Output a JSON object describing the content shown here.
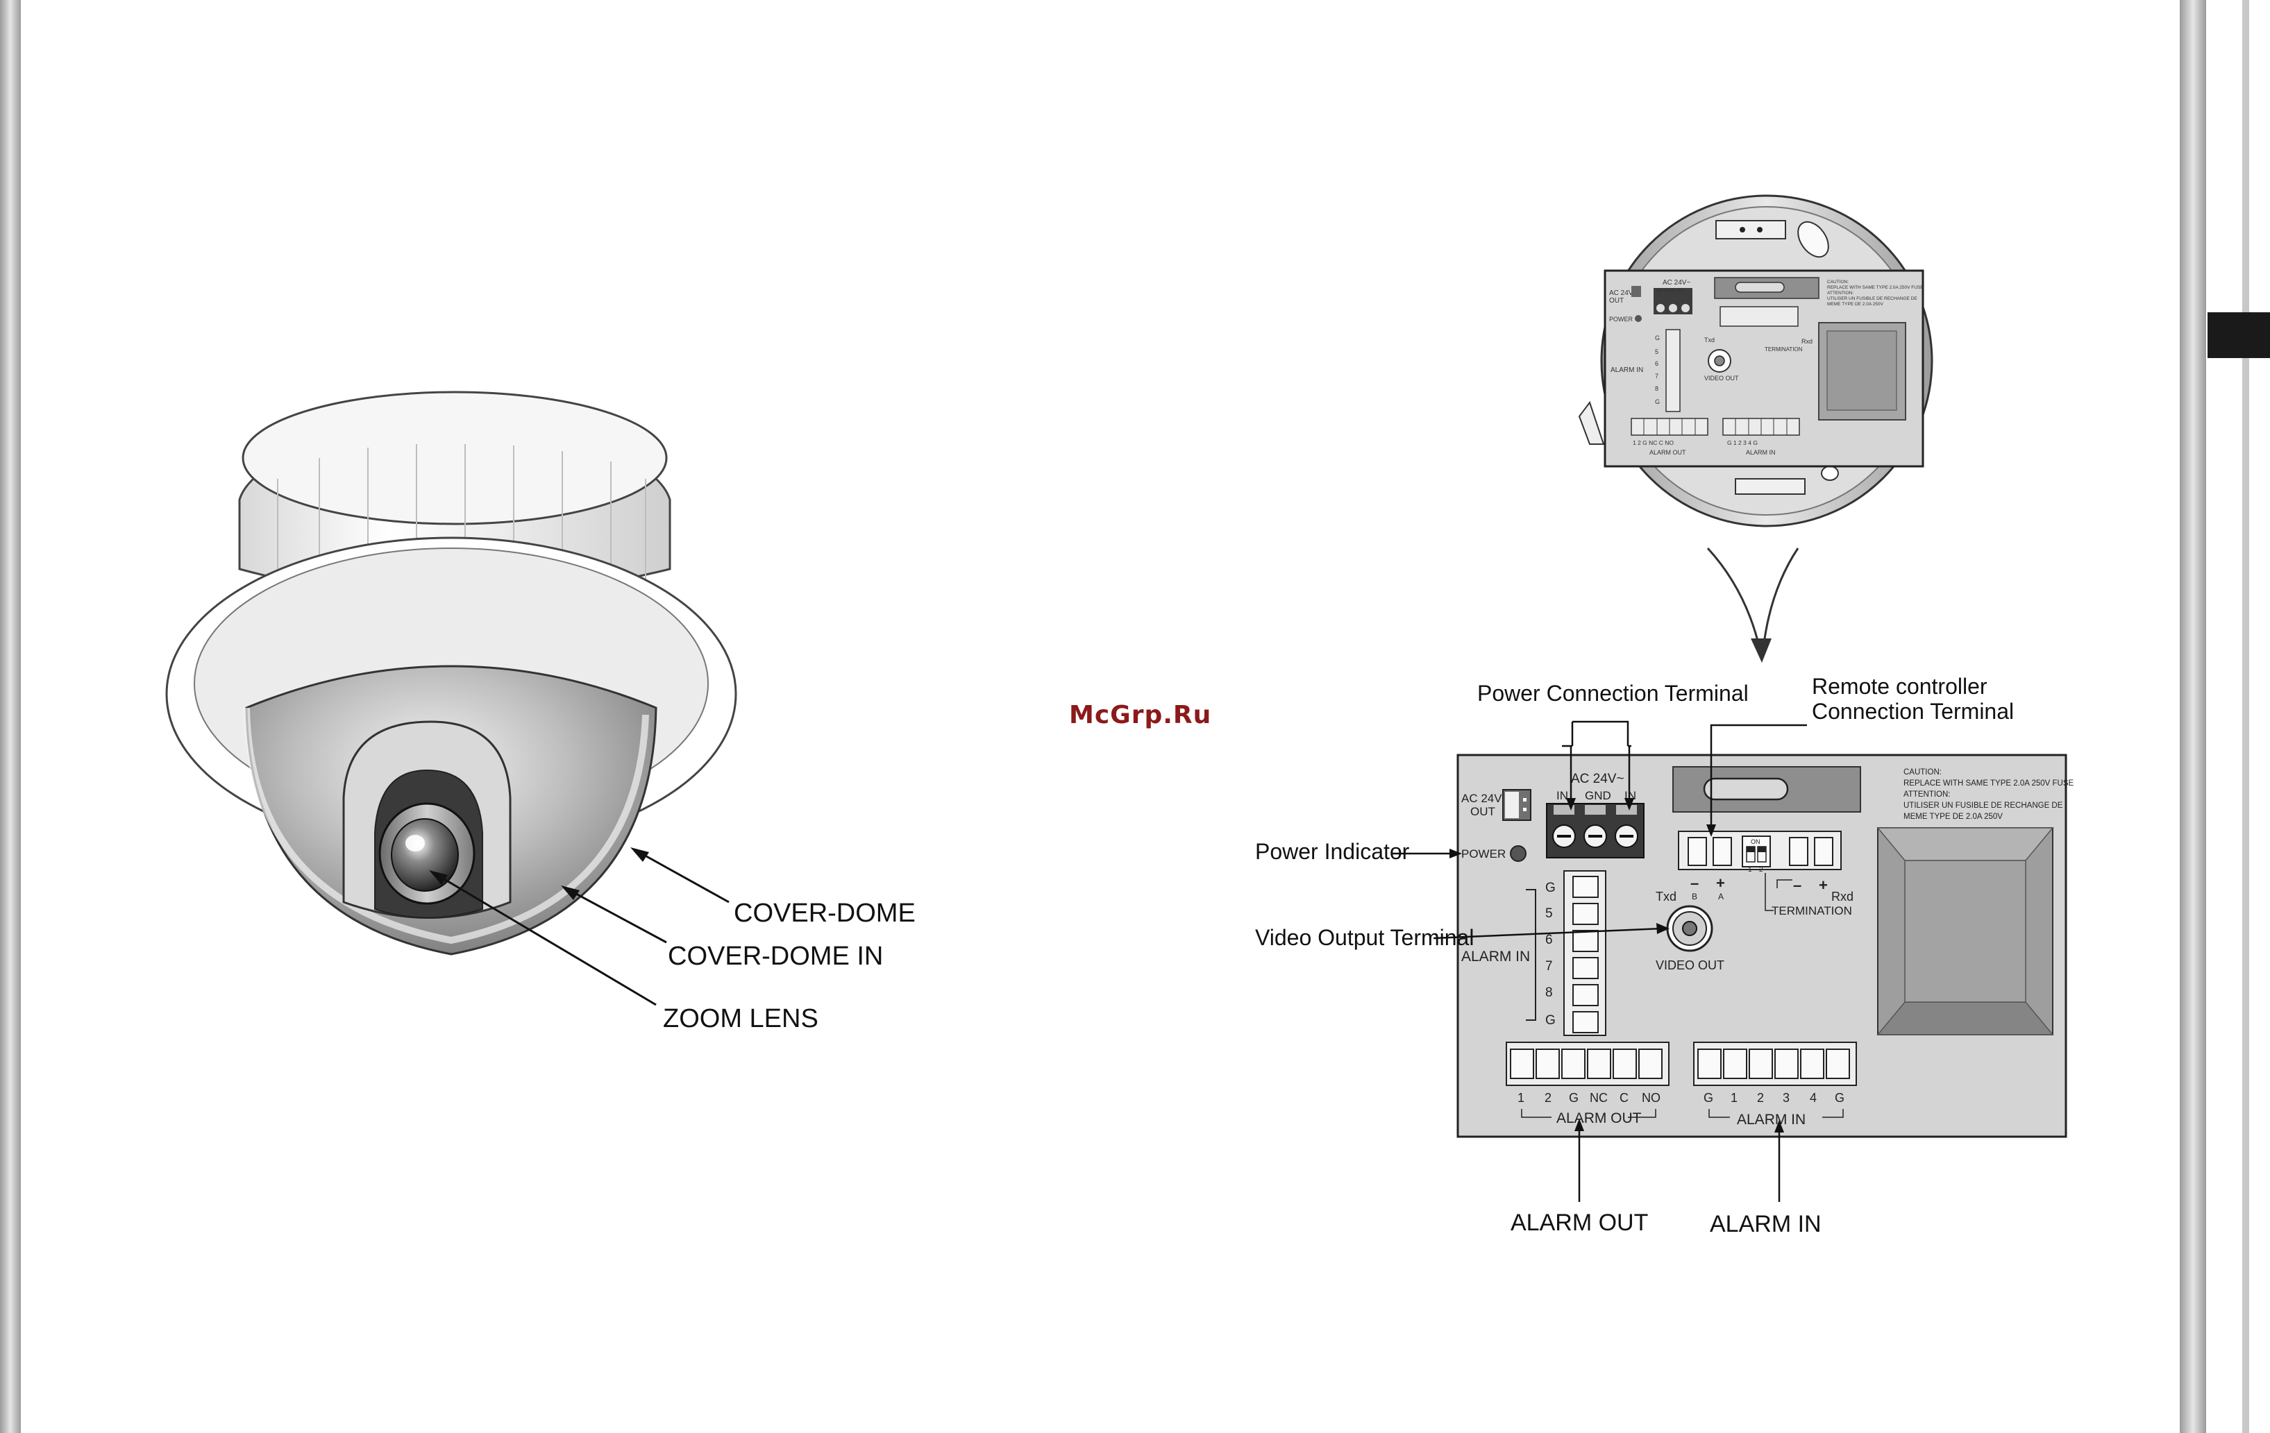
{
  "watermark": "McGrp.Ru",
  "dome_labels": {
    "cover_dome": "COVER-DOME",
    "cover_dome_in": "COVER-DOME IN",
    "zoom_lens": "ZOOM LENS"
  },
  "callouts": {
    "power_connection": "Power Connection Terminal",
    "remote_line1": "Remote controller",
    "remote_line2": "Connection Terminal",
    "power_indicator": "Power Indicator",
    "video_output": "Video Output Terminal",
    "alarm_out": "ALARM OUT",
    "alarm_in": "ALARM IN"
  },
  "board": {
    "ac_out_line1": "AC 24V",
    "ac_out_line2": "OUT",
    "ac_in_title": "AC 24V~",
    "ac_in_pins": [
      "IN",
      "GND",
      "IN"
    ],
    "power": "POWER",
    "alarm_in_side": "ALARM IN",
    "alarm_in_side_pins": [
      "G",
      "5",
      "6",
      "7",
      "8",
      "G"
    ],
    "txd": "Txd",
    "rxd": "Rxd",
    "minus": "–",
    "plus": "+",
    "b": "B",
    "a": "A",
    "on": "ON",
    "dip1": "1",
    "dip2": "2",
    "termination": "TERMINATION",
    "video_out": "VIDEO OUT",
    "caution": [
      "CAUTION:",
      "REPLACE WITH SAME TYPE 2.0A 250V FUSE",
      "ATTENTION:",
      "UTILISER UN FUSIBLE DE RECHANGE DE",
      "MEME TYPE DE 2.0A 250V"
    ],
    "alarm_out_pins": [
      "1",
      "2",
      "G",
      "NC",
      "C",
      "NO"
    ],
    "alarm_out_label": "ALARM OUT",
    "alarm_in_pins": [
      "G",
      "1",
      "2",
      "3",
      "4",
      "G"
    ],
    "alarm_in_label": "ALARM IN"
  }
}
